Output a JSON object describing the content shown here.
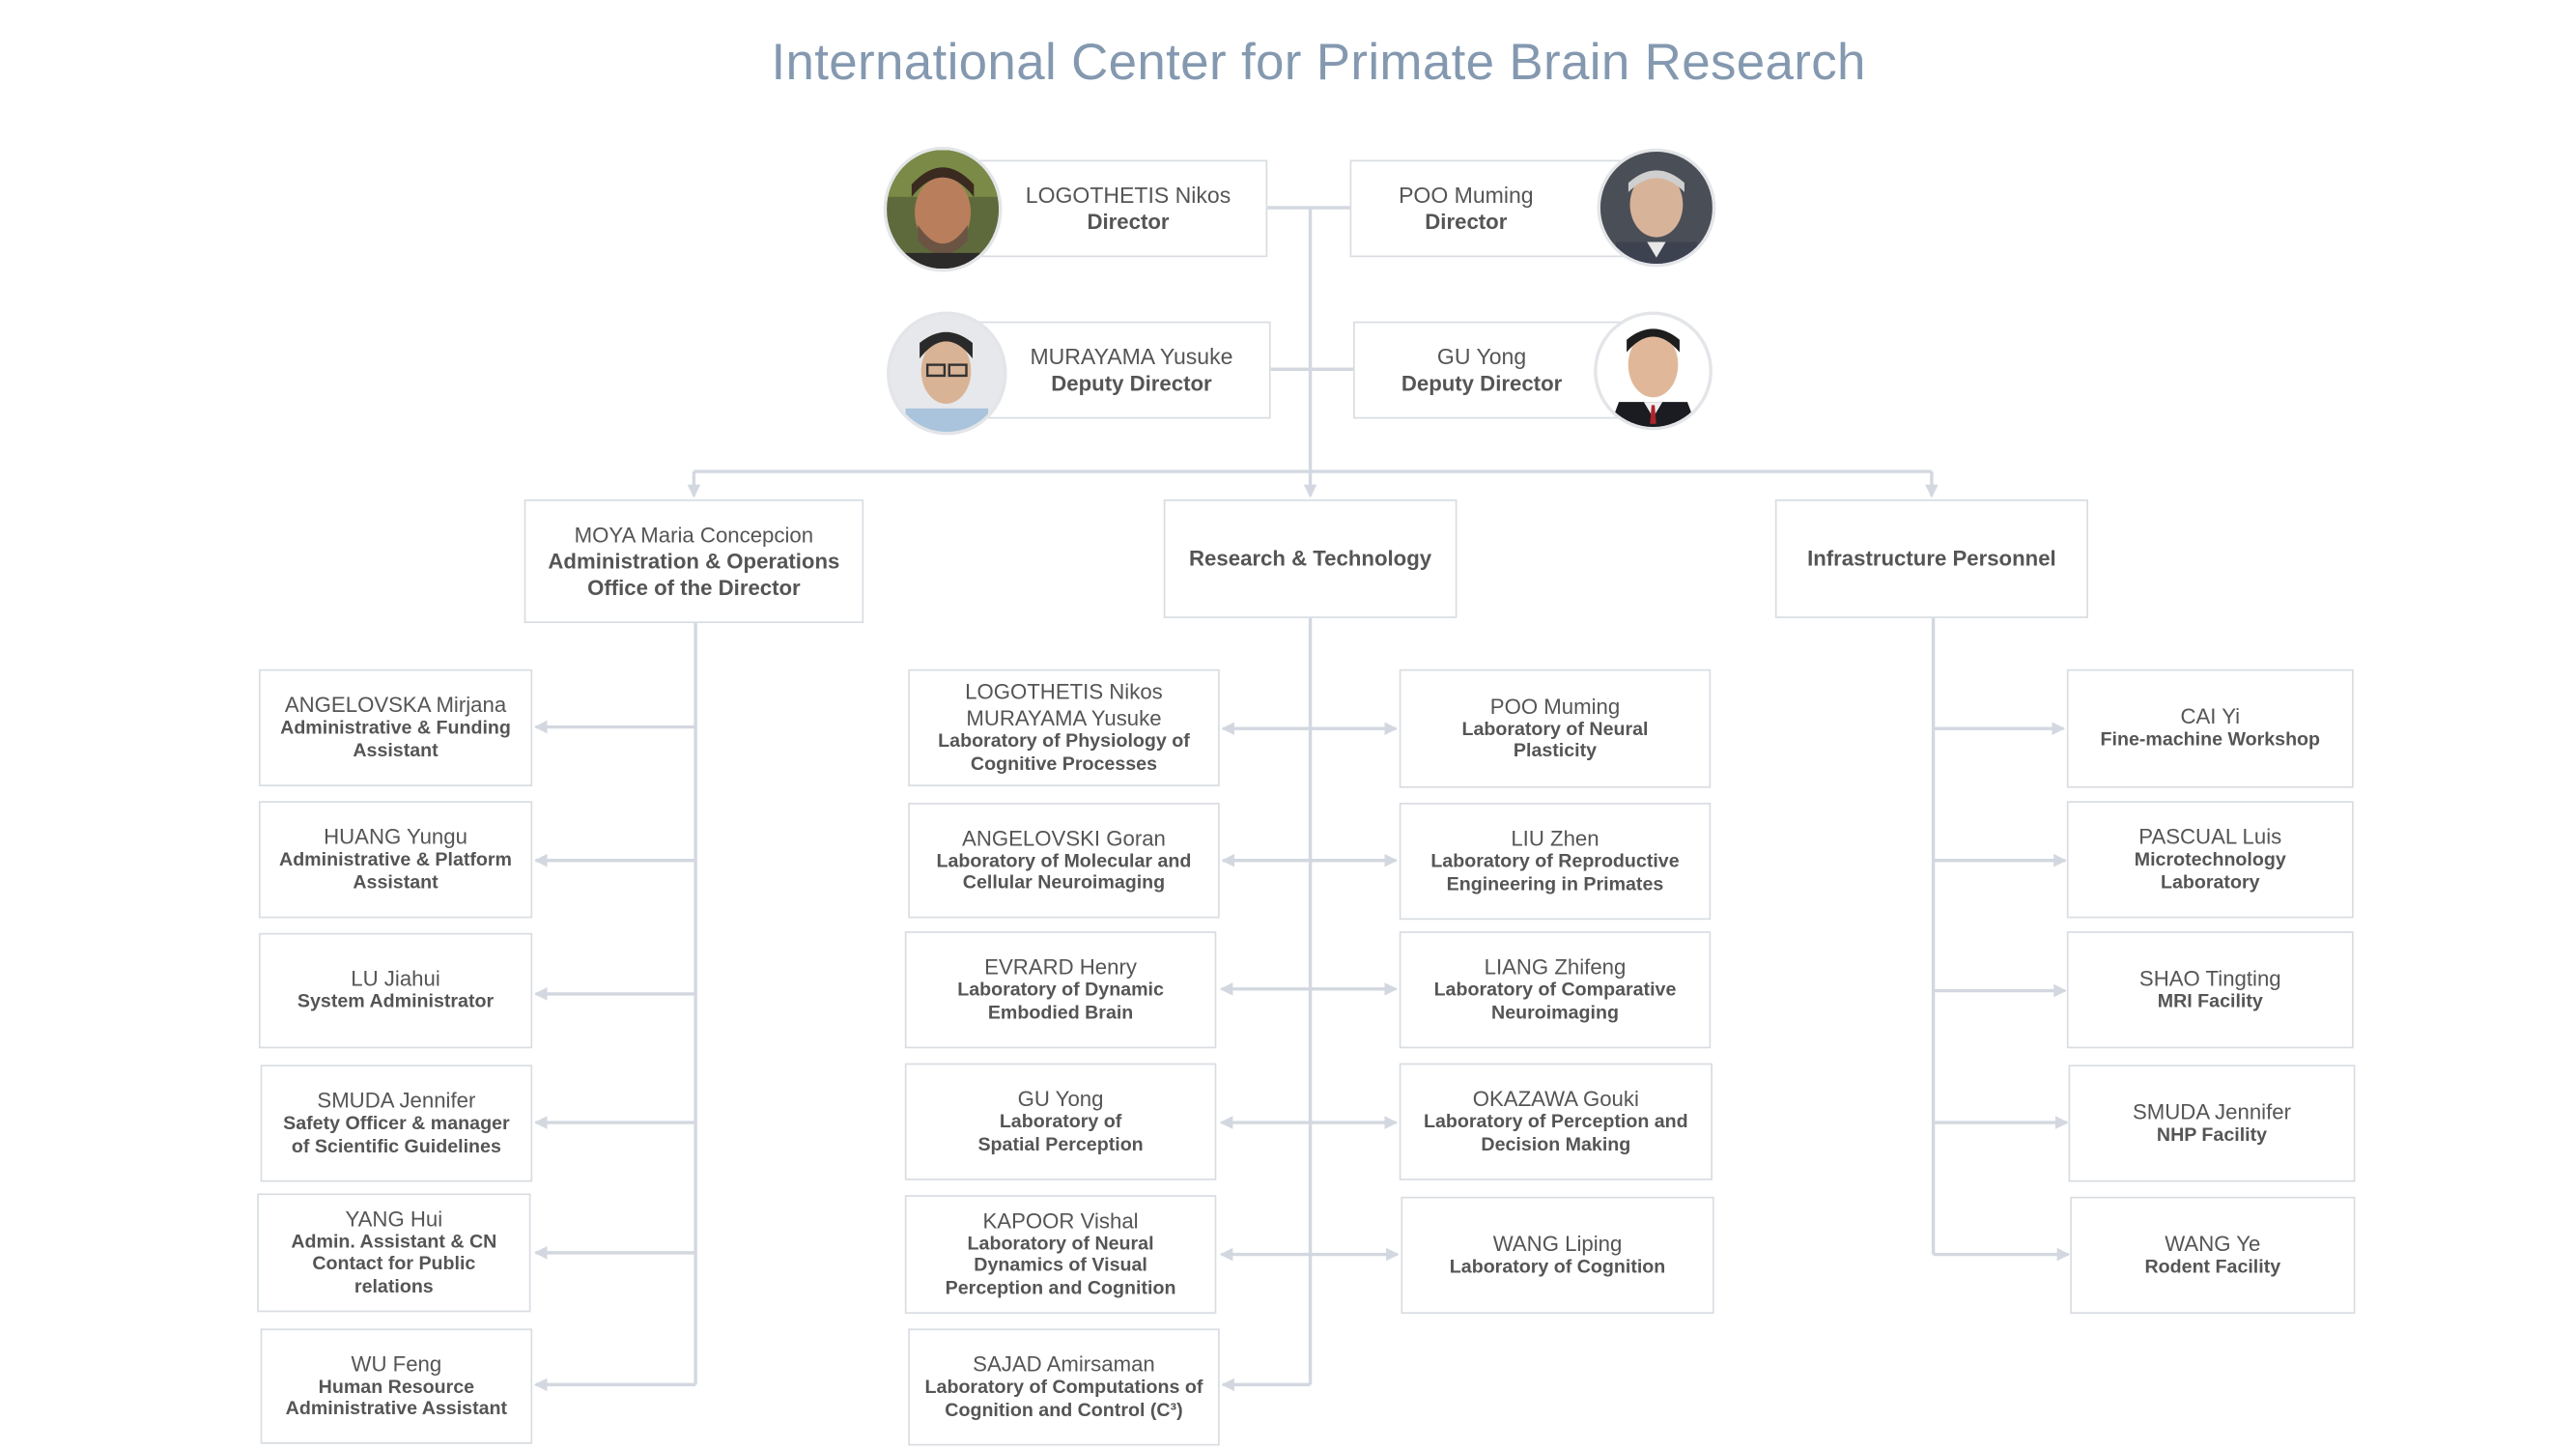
{
  "title": "International Center for Primate Brain Research",
  "colors": {
    "title": "#8499b0",
    "line": "#d3d8e0",
    "border": "#d9dde2",
    "text": "#555555"
  },
  "directors": [
    {
      "name": "LOGOTHETIS Nikos",
      "role": "Director",
      "avatar": "portrait-logothetis"
    },
    {
      "name": "POO Muming",
      "role": "Director",
      "avatar": "portrait-poo"
    },
    {
      "name": "MURAYAMA Yusuke",
      "role": "Deputy Director",
      "avatar": "portrait-murayama"
    },
    {
      "name": "GU Yong",
      "role": "Deputy Director",
      "avatar": "portrait-gu"
    }
  ],
  "divisions": [
    {
      "name": "MOYA Maria Concepcion",
      "lines": [
        "Administration & Operations",
        "Office of the Director"
      ]
    },
    {
      "name": "",
      "lines": [
        "Research & Technology"
      ]
    },
    {
      "name": "",
      "lines": [
        "Infrastructure Personnel"
      ]
    }
  ],
  "admin": [
    {
      "name": "ANGELOVSKA Mirjana",
      "role": "Administrative & Funding Assistant"
    },
    {
      "name": "HUANG Yungu",
      "role": "Administrative & Platform Assistant"
    },
    {
      "name": "LU Jiahui",
      "role": "System Administrator"
    },
    {
      "name": "SMUDA Jennifer",
      "role": "Safety Officer & manager of Scientific Guidelines"
    },
    {
      "name": "YANG Hui",
      "role": "Admin. Assistant & CN Contact for Public relations"
    },
    {
      "name": "WU Feng",
      "role": "Human Resource Administrative Assistant"
    }
  ],
  "research_left": [
    {
      "name": "LOGOTHETIS Nikos",
      "name2": "MURAYAMA Yusuke",
      "role": "Laboratory of Physiology of Cognitive Processes"
    },
    {
      "name": "ANGELOVSKI Goran",
      "name2": "",
      "role": "Laboratory of Molecular and Cellular Neuroimaging"
    },
    {
      "name": "EVRARD Henry",
      "name2": "",
      "role": "Laboratory of Dynamic Embodied Brain"
    },
    {
      "name": "GU Yong",
      "name2": "",
      "role": "Laboratory of Spatial Perception"
    },
    {
      "name": "KAPOOR Vishal",
      "name2": "",
      "role": "Laboratory of Neural Dynamics of Visual Perception and Cognition"
    },
    {
      "name": "SAJAD Amirsaman",
      "name2": "",
      "role": "Laboratory of Computations of Cognition and Control (C³)"
    }
  ],
  "research_right": [
    {
      "name": "POO Muming",
      "role": "Laboratory of Neural Plasticity"
    },
    {
      "name": "LIU Zhen",
      "role": "Laboratory of Reproductive Engineering in Primates"
    },
    {
      "name": "LIANG Zhifeng",
      "role": "Laboratory of Comparative Neuroimaging"
    },
    {
      "name": "OKAZAWA Gouki",
      "role": "Laboratory of Perception and Decision Making"
    },
    {
      "name": "WANG Liping",
      "role": "Laboratory of Cognition"
    }
  ],
  "infrastructure": [
    {
      "name": "CAI Yi",
      "role": "Fine-machine Workshop"
    },
    {
      "name": "PASCUAL Luis",
      "role": "Microtechnology Laboratory"
    },
    {
      "name": "SHAO Tingting",
      "role": "MRI Facility"
    },
    {
      "name": "SMUDA Jennifer",
      "role": "NHP Facility"
    },
    {
      "name": "WANG Ye",
      "role": "Rodent Facility"
    }
  ]
}
